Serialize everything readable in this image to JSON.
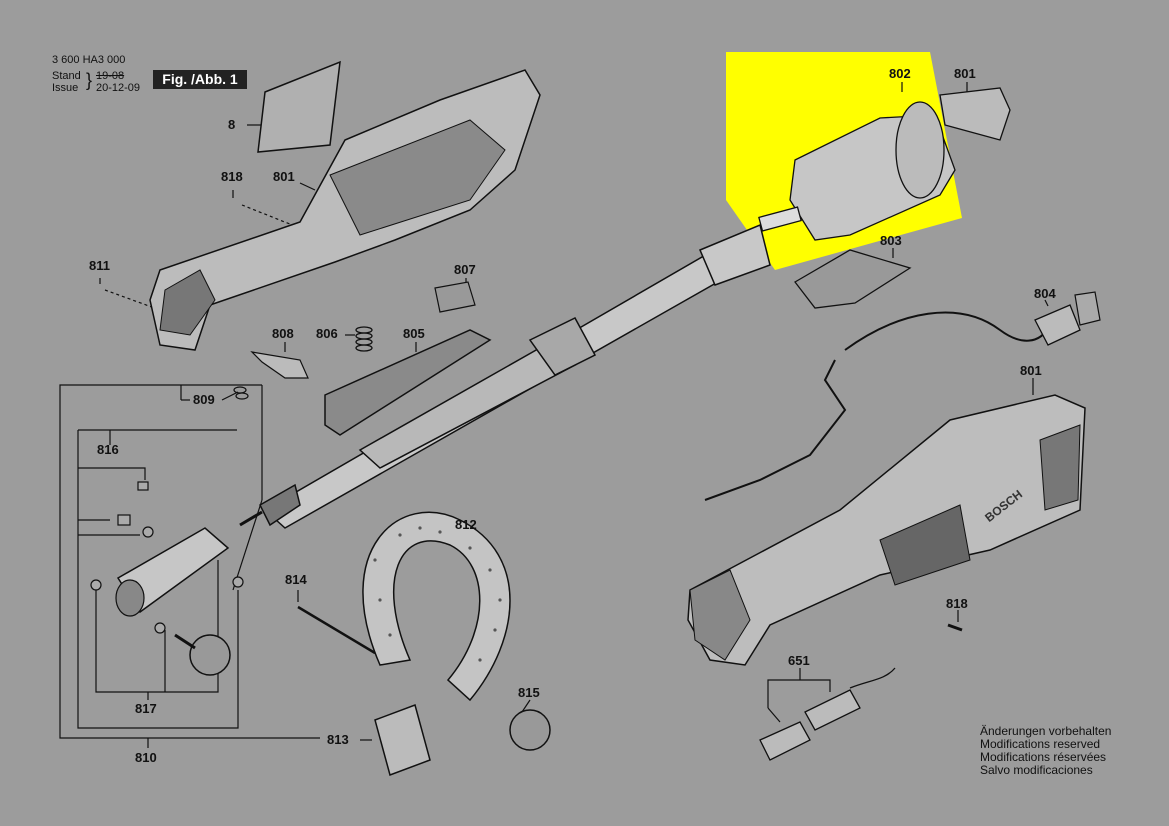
{
  "header": {
    "doc_number": "3 600 HA3 000",
    "stand_label": "Stand",
    "issue_label": "Issue",
    "stand_value": "19-08",
    "issue_value": "20-12-09",
    "fig_label": "Fig. /Abb. 1"
  },
  "highlight_color": "#ffff00",
  "parts": {
    "p8": "8",
    "p818a": "818",
    "p801a": "801",
    "p811": "811",
    "p807": "807",
    "p808": "808",
    "p806": "806",
    "p805": "805",
    "p809": "809",
    "p816": "816",
    "p817": "817",
    "p810": "810",
    "p814": "814",
    "p812": "812",
    "p813": "813",
    "p815": "815",
    "p802": "802",
    "p801b": "801",
    "p803": "803",
    "p804": "804",
    "p801c": "801",
    "p818b": "818",
    "p651": "651"
  },
  "brand": "BOSCH",
  "footer": {
    "line1": "Änderungen vorbehalten",
    "line2": "Modifications reserved",
    "line3": "Modifications réservées",
    "line4": "Salvo modificaciones"
  }
}
